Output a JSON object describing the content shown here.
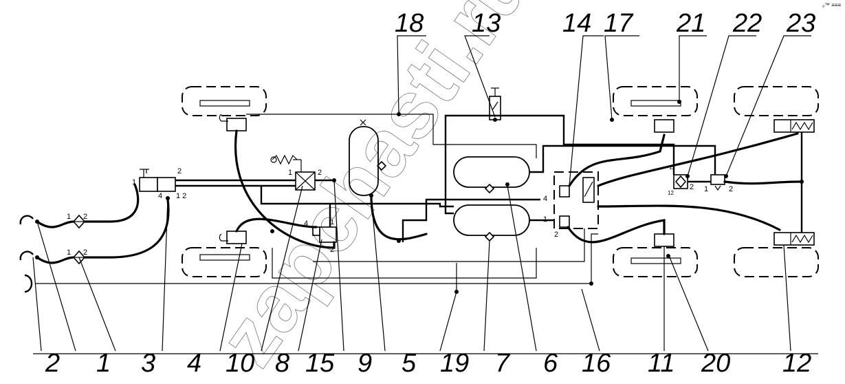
{
  "diagram": {
    "callouts": [
      {
        "id": "c2",
        "text": "2"
      },
      {
        "id": "c1",
        "text": "1"
      },
      {
        "id": "c3",
        "text": "3"
      },
      {
        "id": "c4",
        "text": "4"
      },
      {
        "id": "c10",
        "text": "10"
      },
      {
        "id": "c8",
        "text": "8"
      },
      {
        "id": "c15",
        "text": "15"
      },
      {
        "id": "c9",
        "text": "9"
      },
      {
        "id": "c5",
        "text": "5"
      },
      {
        "id": "c19",
        "text": "19"
      },
      {
        "id": "c7",
        "text": "7"
      },
      {
        "id": "c6",
        "text": "6"
      },
      {
        "id": "c16",
        "text": "16"
      },
      {
        "id": "c11",
        "text": "11"
      },
      {
        "id": "c20",
        "text": "20"
      },
      {
        "id": "c12",
        "text": "12"
      },
      {
        "id": "c18",
        "text": "18"
      },
      {
        "id": "c13",
        "text": "13"
      },
      {
        "id": "c14",
        "text": "14"
      },
      {
        "id": "c17",
        "text": "17"
      },
      {
        "id": "c21",
        "text": "21"
      },
      {
        "id": "c22",
        "text": "22"
      },
      {
        "id": "c23",
        "text": "23"
      }
    ],
    "port_labels": {
      "filter1_in": "1",
      "filter1_out": "2",
      "filter2_in": "1",
      "filter2_out": "2",
      "valve4_p1": "1",
      "valve4_p2": "2",
      "valve4_p4": "4",
      "valve4_p12": "1 2",
      "valve8_p1": "1",
      "valve8_p2": "2",
      "valve15_p1": "1",
      "valve15_p2": "2",
      "valve15_p4": "4",
      "valve14_p4": "4",
      "valve14_p1": "1",
      "valve14_p2": "2",
      "valve22_p11": "11",
      "valve22_p12": "12",
      "valve22_p2": "2",
      "valve23_p1": "1",
      "valve23_p2": "2"
    },
    "watermark": "zapchasti.ru",
    "corner_mark": "ₔ™ ≡≡≡"
  }
}
